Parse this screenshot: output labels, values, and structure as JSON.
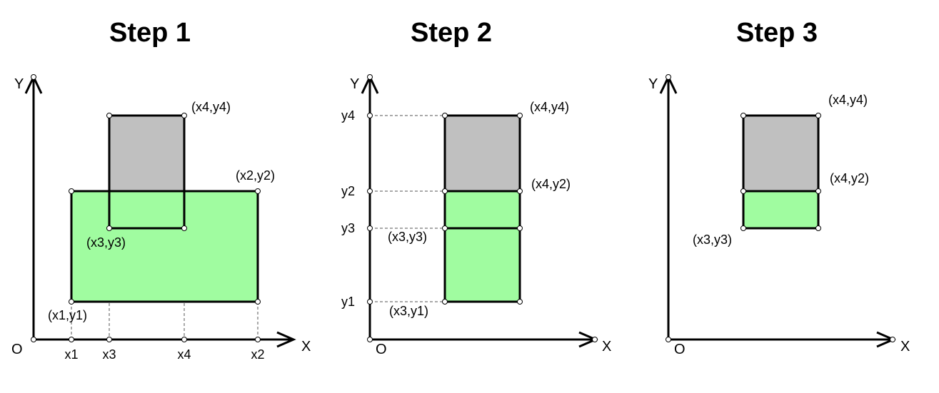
{
  "colors": {
    "green_fill": "#a0fca0",
    "gray_fill": "#c0c0c0"
  },
  "panels": [
    {
      "title": "Step 1",
      "axis": {
        "origin": "O",
        "x": "X",
        "y": "Y"
      },
      "point_labels": {
        "p4": "(x4,y4)",
        "p2": "(x2,y2)",
        "p3": "(x3,y3)",
        "p1": "(x1,y1)"
      },
      "x_ticks": [
        "x1",
        "x3",
        "x4",
        "x2"
      ]
    },
    {
      "title": "Step 2",
      "axis": {
        "origin": "O",
        "x": "X",
        "y": "Y"
      },
      "point_labels": {
        "top_right": "(x4,y4)",
        "mid_right": "(x4,y2)",
        "mid_left": "(x3,y3)",
        "bottom_left": "(x3,y1)"
      },
      "y_ticks": [
        "y4",
        "y2",
        "y3",
        "y1"
      ]
    },
    {
      "title": "Step 3",
      "axis": {
        "origin": "O",
        "x": "X",
        "y": "Y"
      },
      "point_labels": {
        "top_right": "(x4,y4)",
        "bottom_right": "(x4,y2)",
        "bottom_left": "(x3,y3)"
      }
    }
  ]
}
